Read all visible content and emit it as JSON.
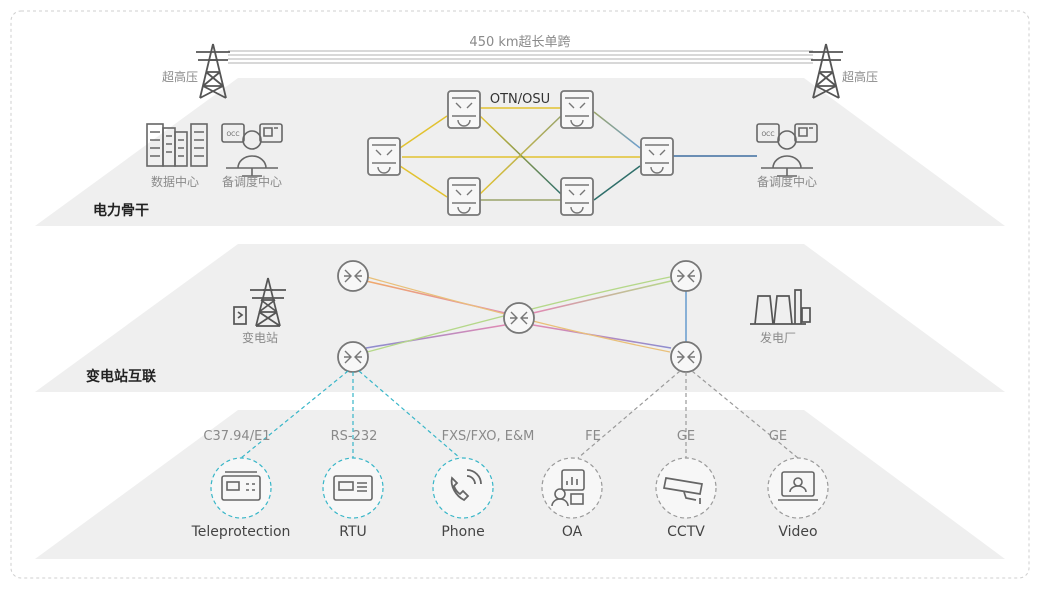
{
  "span": {
    "label": "450 km超长单跨"
  },
  "towers": {
    "left_label": "超高压",
    "right_label": "超高压"
  },
  "layers": {
    "backbone": {
      "title": "电力骨干",
      "otn_label": "OTN/OSU",
      "sites": {
        "data_center": "数据中心",
        "backup_dispatch_left": "备调度中心",
        "backup_dispatch_right": "备调度中心"
      },
      "badge_text": "OCC"
    },
    "substation": {
      "title": "变电站互联",
      "sites": {
        "substation": "变电站",
        "power_plant": "发电厂"
      }
    },
    "access": {
      "services": [
        {
          "interface": "C37.94/E1",
          "name": "Teleprotection"
        },
        {
          "interface": "RS-232",
          "name": "RTU"
        },
        {
          "interface": "FXS/FXO, E&M",
          "name": "Phone"
        },
        {
          "interface": "FE",
          "name": "OA"
        },
        {
          "interface": "GE",
          "name": "CCTV"
        },
        {
          "interface": "GE",
          "name": "Video"
        }
      ]
    }
  },
  "colors": {
    "plane": "#efefef",
    "icon": "#777777",
    "text_gray": "#8a8a8a",
    "title": "#222222",
    "link_yellow": "#e2c230",
    "link_olive": "#9aa46a",
    "link_blue": "#6d9fcf",
    "link_teal": "#2f6f6a",
    "ring_orange": "#f0a96a",
    "ring_green": "#b5d88a",
    "ring_purple": "#8c8ccf",
    "ring_pink": "#e08ab3",
    "access_cyan": "#38b6c8",
    "access_gray": "#9a9a9a"
  }
}
